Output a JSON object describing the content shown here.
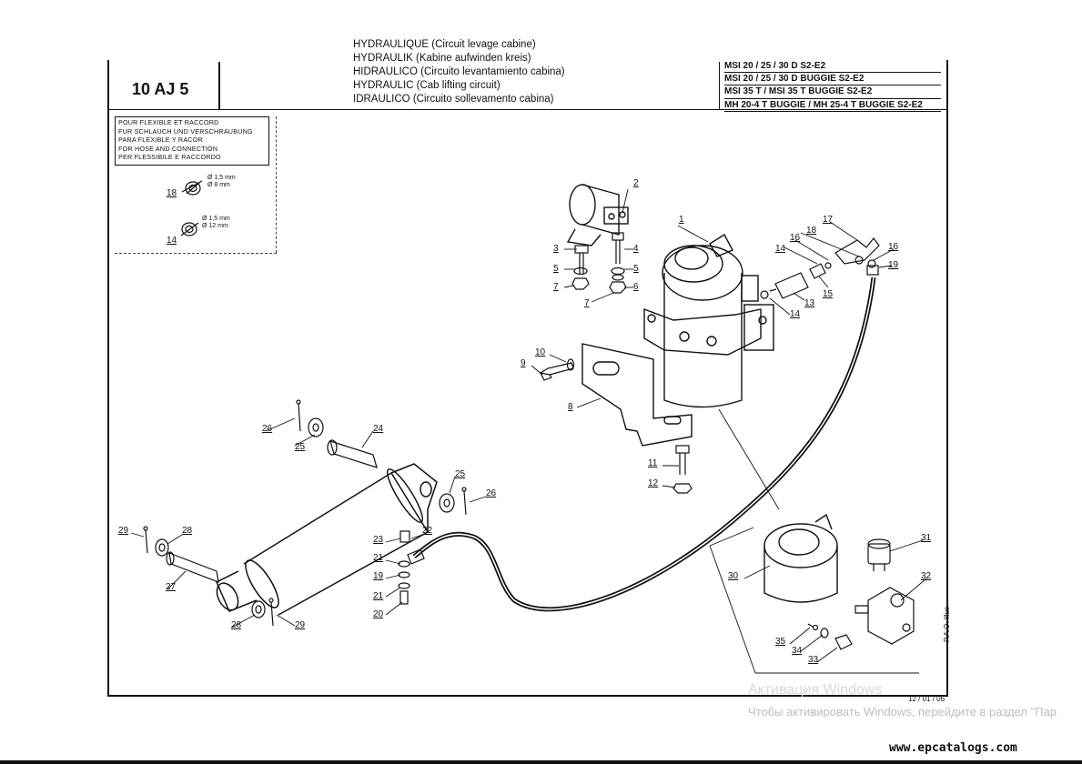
{
  "header": {
    "code": "10 AJ 5",
    "titles": [
      "HYDRAULIQUE (Circuit levage cabine)",
      "HYDRAULIK (Kabine aufwinden kreis)",
      "HIDRAULICO (Circuito levantamiento cabina)",
      "HYDRAULIC (Cab lifting circuit)",
      "IDRAULICO (Circuito sollevamento cabina)"
    ],
    "models": [
      "MSI 20 / 25 / 30 D S2-E2",
      "MSI 20 / 25 / 30 D BUGGIE S2-E2",
      "MSI 35 T / MSI 35 T BUGGIE S2-E2",
      "MH 20-4 T BUGGIE / MH 25-4 T BUGGIE S2-E2"
    ]
  },
  "hose_note": {
    "lines": [
      "POUR FLEXIBLE ET RACCORD",
      "FUR SCHLAUCH UND VERSCHRAUBUNG",
      "PARA FLEXIBLE Y RACOR",
      "FOR HOSE AND CONNECTION",
      "PER FLESSIBILE E RACCORDO"
    ],
    "spec_18": {
      "label": "18",
      "line1": "Ø 1,5 mm",
      "line2": "Ø 8 mm"
    },
    "spec_14": {
      "label": "14",
      "line1": "Ø 1,5 mm",
      "line2": "Ø 12 mm"
    }
  },
  "part_labels": {
    "p1": "1",
    "p2": "2",
    "p3": "3",
    "p4": "4",
    "p5a": "5",
    "p5b": "5",
    "p6": "6",
    "p7a": "7",
    "p7b": "7",
    "p8": "8",
    "p9": "9",
    "p10": "10",
    "p11": "11",
    "p12": "12",
    "p13": "13",
    "p14a": "14",
    "p14b": "14",
    "p15": "15",
    "p16a": "16",
    "p16b": "16",
    "p17": "17",
    "p18": "18",
    "p19": "19",
    "p20": "20",
    "p21a": "21",
    "p21b": "21",
    "p22": "22",
    "p23": "23",
    "p24": "24",
    "p25a": "25",
    "p25b": "25",
    "p26a": "26",
    "p26b": "26",
    "p27": "27",
    "p28a": "28",
    "p28b": "28",
    "p29a": "29",
    "p29b": "29",
    "p30": "30",
    "p31": "31",
    "p32": "32",
    "p33": "33",
    "p34": "34",
    "p35": "35"
  },
  "footer": {
    "date": "12 / 01 / 06",
    "illus": "P.A.O. Illus",
    "watermark_title": "Активация Windows",
    "watermark_text": "Чтобы активировать Windows, перейдите в раздел \"Пар",
    "site": "www.epcatalogs.com"
  }
}
